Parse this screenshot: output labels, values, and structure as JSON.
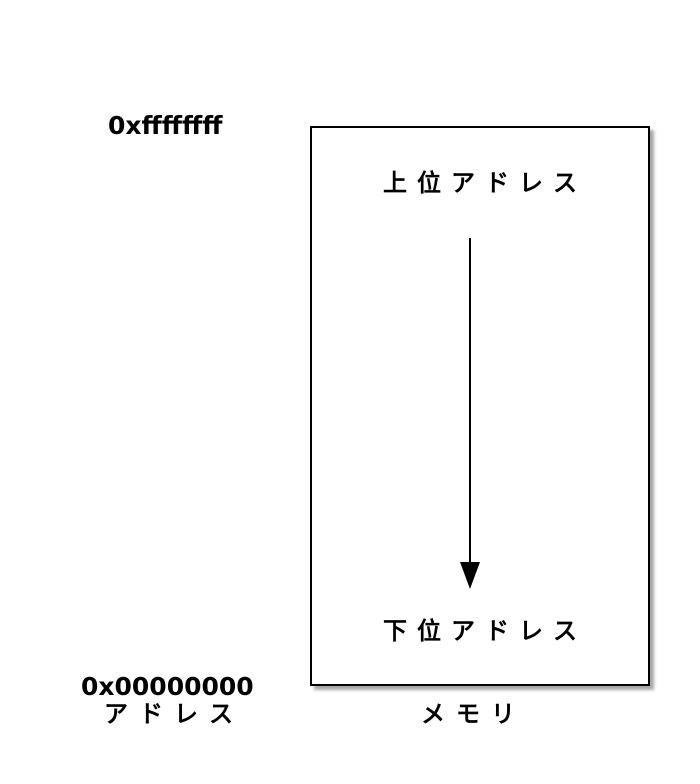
{
  "addresses": {
    "top": "0xffffffff",
    "bottom": "0x00000000",
    "axis_label": "アドレス"
  },
  "memory": {
    "upper_label": "上位アドレス",
    "lower_label": "下位アドレス",
    "caption": "メモリ"
  }
}
